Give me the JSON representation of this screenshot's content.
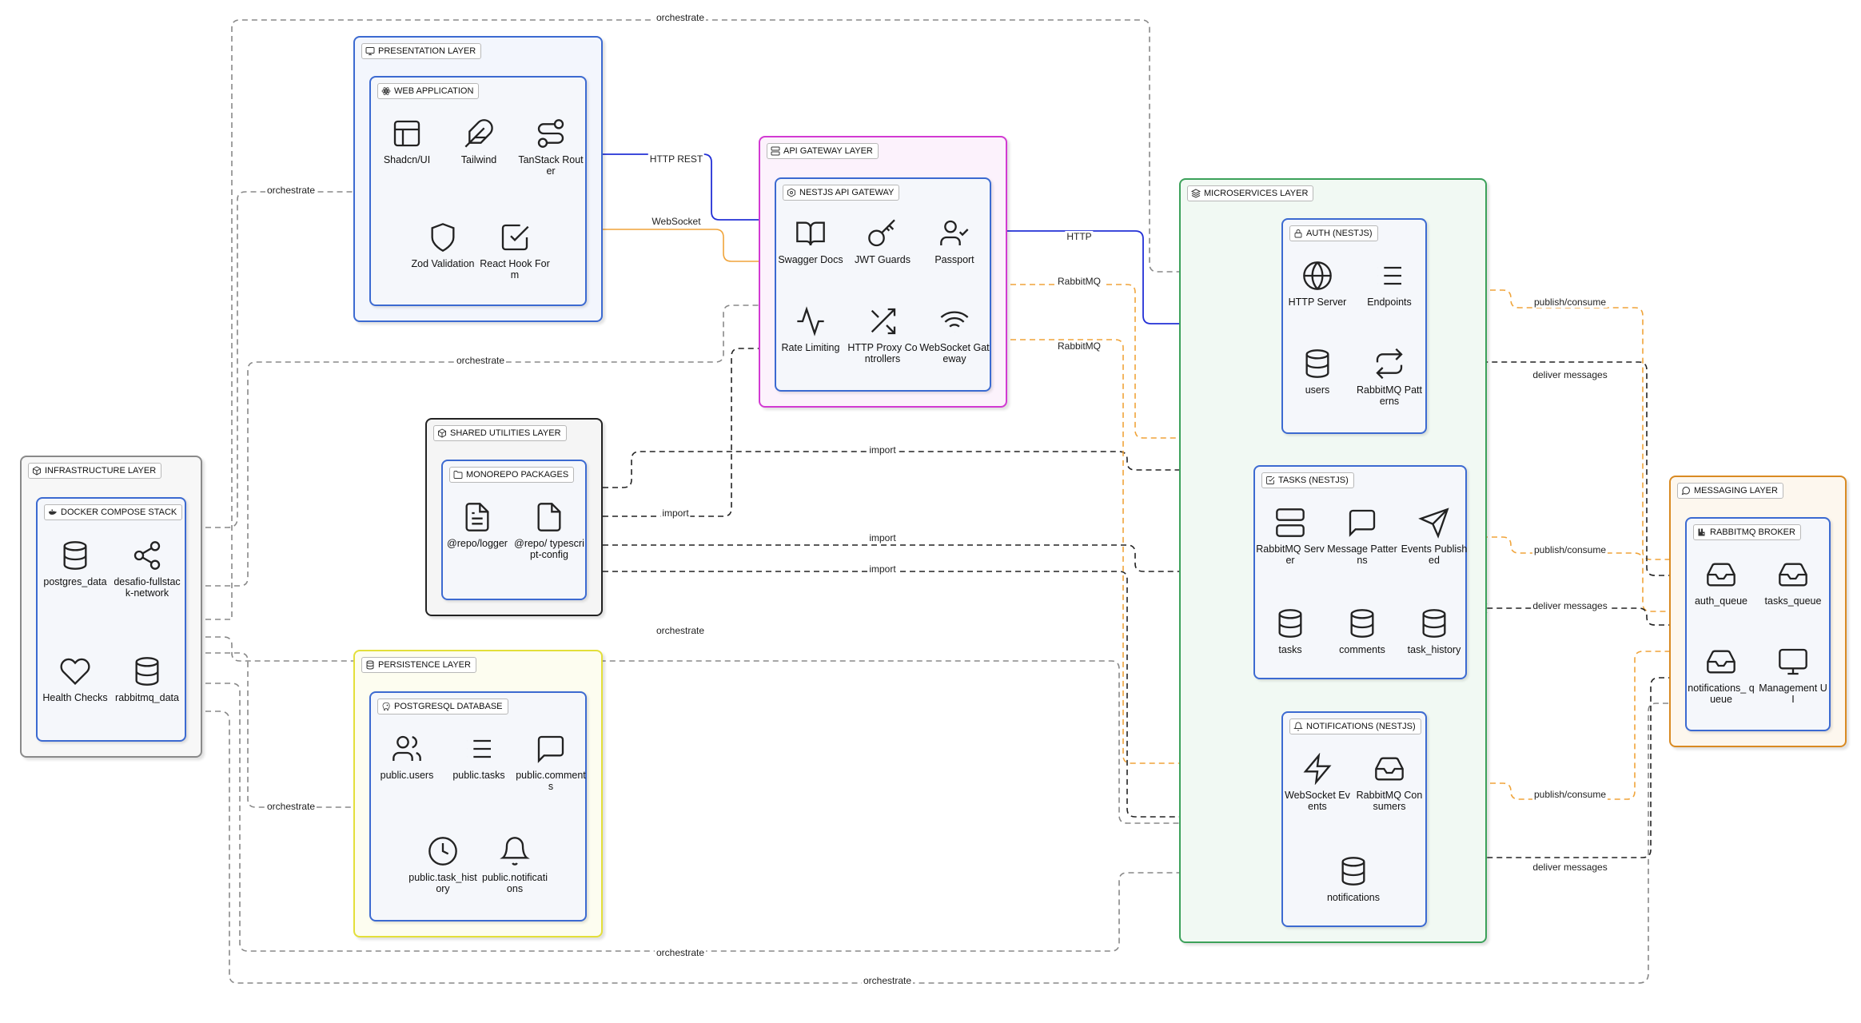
{
  "colors": {
    "infra": "#8a8a8a",
    "presentation": "#3c6ad1",
    "gateway": "#d23ad2",
    "shared": "#222222",
    "persistence": "#e3df3a",
    "microservices": "#3ca15a",
    "messaging": "#d98a22",
    "inner": "#3c6ad1",
    "edge_blue": "#2330d6",
    "edge_orange": "#f0a43a",
    "edge_gray": "#888888",
    "edge_black": "#222222"
  },
  "groups": {
    "infrastructure": "INFRASTRUCTURE LAYER",
    "presentation": "PRESENTATION LAYER",
    "gateway": "API GATEWAY LAYER",
    "shared": "SHARED UTILITIES LAYER",
    "persistence": "PERSISTENCE LAYER",
    "microservices": "MICROSERVICES LAYER",
    "messaging": "MESSAGING LAYER"
  },
  "subgroups": {
    "docker": "DOCKER COMPOSE STACK",
    "web": "WEB APPLICATION",
    "nestgw": "NESTJS API GATEWAY",
    "monorepo": "MONOREPO PACKAGES",
    "postgres": "POSTGRESQL DATABASE",
    "auth": "AUTH (NESTJS)",
    "tasks": "TASKS (NESTJS)",
    "notifications": "NOTIFICATIONS (NESTJS)",
    "rabbit": "RABBITMQ BROKER"
  },
  "nodes": {
    "postgres_data": "postgres_data",
    "network": "desafio-fullstack-network",
    "health": "Health Checks",
    "rabbitmq_data": "rabbitmq_data",
    "shadcn": "Shadcn/UI",
    "tailwind": "Tailwind",
    "tanstack": "TanStack Router",
    "zod": "Zod Validation",
    "rhf": "React Hook Form",
    "swagger": "Swagger Docs",
    "jwt": "JWT Guards",
    "passport": "Passport",
    "ratelimit": "Rate Limiting",
    "proxy": "HTTP Proxy Controllers",
    "wsgateway": "WebSocket Gateway",
    "logger": "@repo/logger",
    "tsconfig": "@repo/ typescript-config",
    "pub_users": "public.users",
    "pub_tasks": "public.tasks",
    "pub_comments": "public.comments",
    "pub_task_history": "public.task_history",
    "pub_notifications": "public.notifications",
    "http_server": "HTTP Server",
    "endpoints": "Endpoints",
    "users": "users",
    "rmq_patterns": "RabbitMQ Patterns",
    "rmq_server": "RabbitMQ Server",
    "msg_patterns": "Message Patterns",
    "events_published": "Events Published",
    "tasks": "tasks",
    "comments": "comments",
    "task_history": "task_history",
    "ws_events": "WebSocket Events",
    "rmq_consumers": "RabbitMQ Consumers",
    "notifications": "notifications",
    "auth_queue": "auth_queue",
    "tasks_queue": "tasks_queue",
    "notifications_queue": "notifications_ queue",
    "mgmt_ui": "Management UI"
  },
  "edge_labels": {
    "orchestrate": "orchestrate",
    "http_rest": "HTTP REST",
    "websocket": "WebSocket",
    "http": "HTTP",
    "rabbitmq": "RabbitMQ",
    "import": "import",
    "publish_consume": "publish/consume",
    "deliver_messages": "deliver messages"
  }
}
